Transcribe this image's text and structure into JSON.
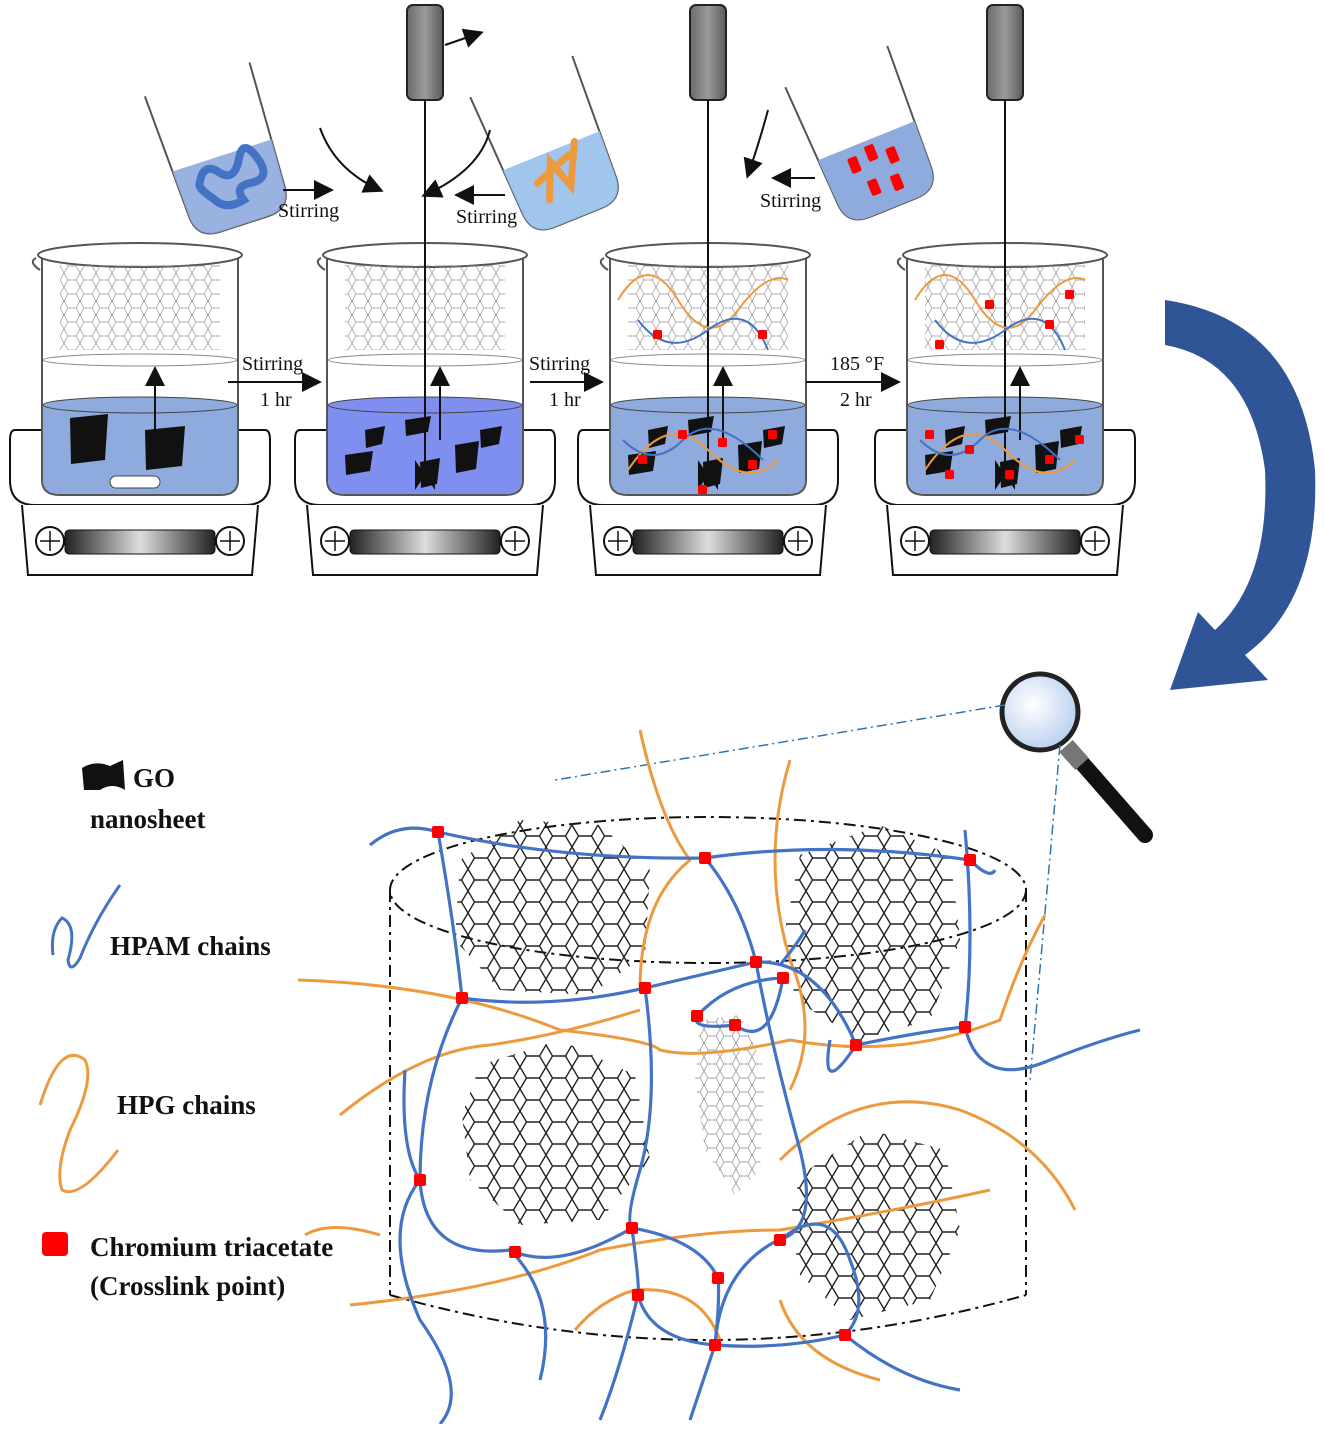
{
  "labels": {
    "stirring_pour_1": "Stirring",
    "stirring_pour_2": "Stirring",
    "stirring_pour_3": "Stirring",
    "step1_top": "Stirring",
    "step1_bottom": "1 hr",
    "step2_top": "Stirring",
    "step2_bottom": "1 hr",
    "step3_top": "185 °F",
    "step3_bottom": "2 hr"
  },
  "legend": {
    "go_line1": "GO",
    "go_line2": "nanosheet",
    "hpam": "HPAM chains",
    "hpg": "HPG chains",
    "cr_line1": "Chromium triacetate",
    "cr_line2": "(Crosslink point)"
  },
  "colors": {
    "water": "#8faadc",
    "water_deep": "#7f8ff0",
    "hpam": "#4472c4",
    "hpg": "#ed9a3f",
    "crosslink": "#ff0000",
    "go_sheet": "#111111",
    "big_arrow": "#2f5597"
  },
  "icons": [
    "magnifier-icon",
    "stirrer-motor-icon",
    "hot-plate-icon"
  ]
}
